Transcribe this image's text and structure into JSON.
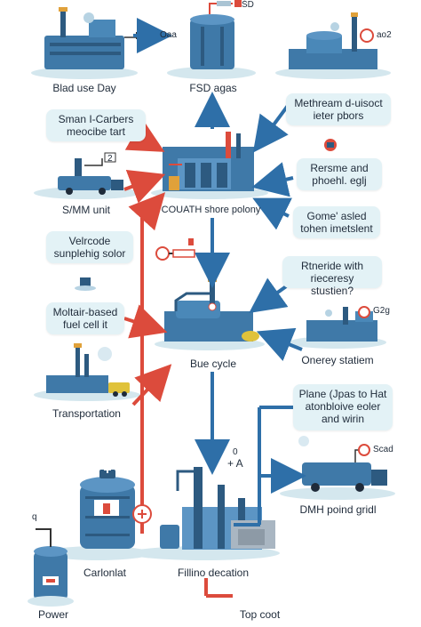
{
  "colors": {
    "blue": "#2e6fa8",
    "red": "#dc4b3c",
    "tank": "#3f79a8",
    "tank_dark": "#2d5a80",
    "platform": "#cfe3ea",
    "box_fill": "#e3f2f6"
  },
  "nodes": {
    "blad_use_day": "Blad use Day",
    "fsd_gas": "FSD agas",
    "methream": "Methream d-uisoct\nieter pbors",
    "sman_carbers": "Sman I-Carbers\nmeocibe tart",
    "rersme_and": "Rersme and\nphoehl. eglj",
    "s_m_unit": "S/MM unit",
    "center_label": "COUATH shore polony",
    "gome_asled": "Gome' asled\ntohen imetslent",
    "velrcode": "Velrcode\nsunplehig solor",
    "rtneride": "Rtneride with\nrieceresy stustien?",
    "moltair": "Moltair-based\nfuel cell it",
    "bue_cycle": "Bue cycle",
    "onerey_statiem": "Onerey statiem",
    "transportation": "Transportation",
    "plane": "Plane (Jpas to Hat\natonbloive eoler\nand wirin",
    "dmh_poind": "DMH poind gridl",
    "carlonlat": "Carlonlat",
    "fillino": "Fillino decation",
    "power": "Power",
    "top_coot": "Top coot"
  },
  "tags": {
    "oao": "Oaa",
    "sd": "ŠD",
    "ao2": "ao2",
    "g2g": "G2g",
    "scad": "Scad",
    "q": "q",
    "plus_a": "+ A",
    "two": "2",
    "zero": "0"
  },
  "icons": [
    "factory-icon",
    "tank-icon",
    "gauge-icon",
    "truck-icon",
    "pipeline-icon",
    "flame-icon",
    "cloud-icon",
    "valve-icon"
  ]
}
